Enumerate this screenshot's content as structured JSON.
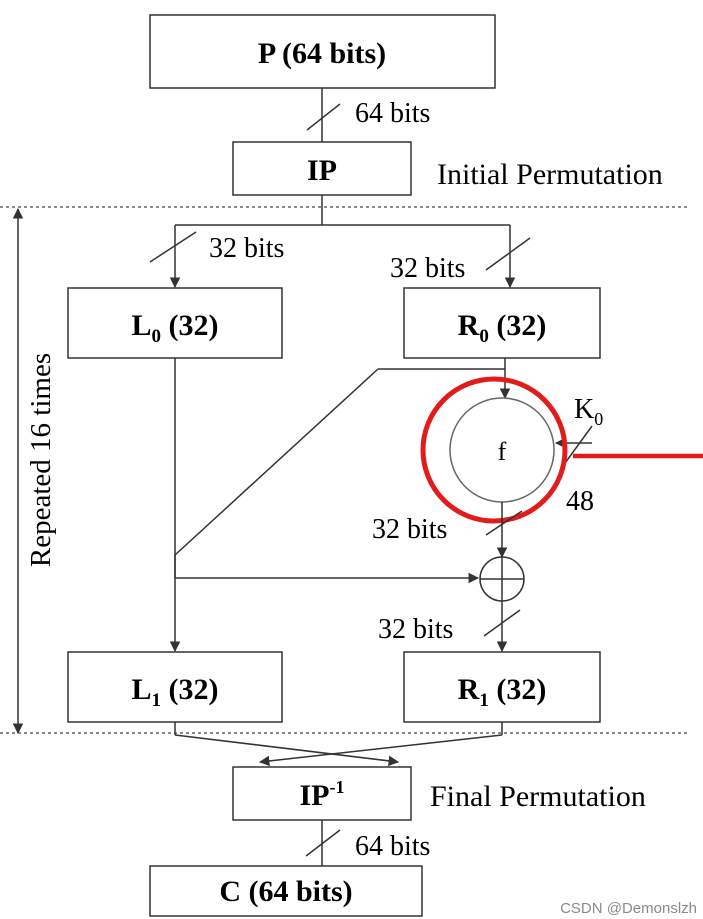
{
  "plaintext_box": "P (64 bits)",
  "ip_box": "IP",
  "initial_permutation_label": "Initial Permutation",
  "bits_64_top": "64 bits",
  "bits_32_left": "32 bits",
  "bits_32_right": "32 bits",
  "l0": {
    "letter": "L",
    "sub": "0",
    "rest": " (32)"
  },
  "r0": {
    "letter": "R",
    "sub": "0",
    "rest": " (32)"
  },
  "key": {
    "letter": "K",
    "sub": "0"
  },
  "f_label": "f",
  "key_bits": "48",
  "bits_32_f_out": "32 bits",
  "bits_32_xor_out": "32 bits",
  "l1": {
    "letter": "L",
    "sub": "1",
    "rest": " (32)"
  },
  "r1": {
    "letter": "R",
    "sub": "1",
    "rest": " (32)"
  },
  "repeated_label": "Repeated 16 times",
  "ip_inverse": {
    "text": "IP",
    "sup": "-1"
  },
  "final_permutation_label": "Final Permutation",
  "bits_64_bottom": "64 bits",
  "ciphertext_box": "C (64 bits)",
  "watermark": "CSDN @Demonslzh",
  "colors": {
    "line": "#333333",
    "highlight": "#e21b1b",
    "circle": "#666666"
  }
}
